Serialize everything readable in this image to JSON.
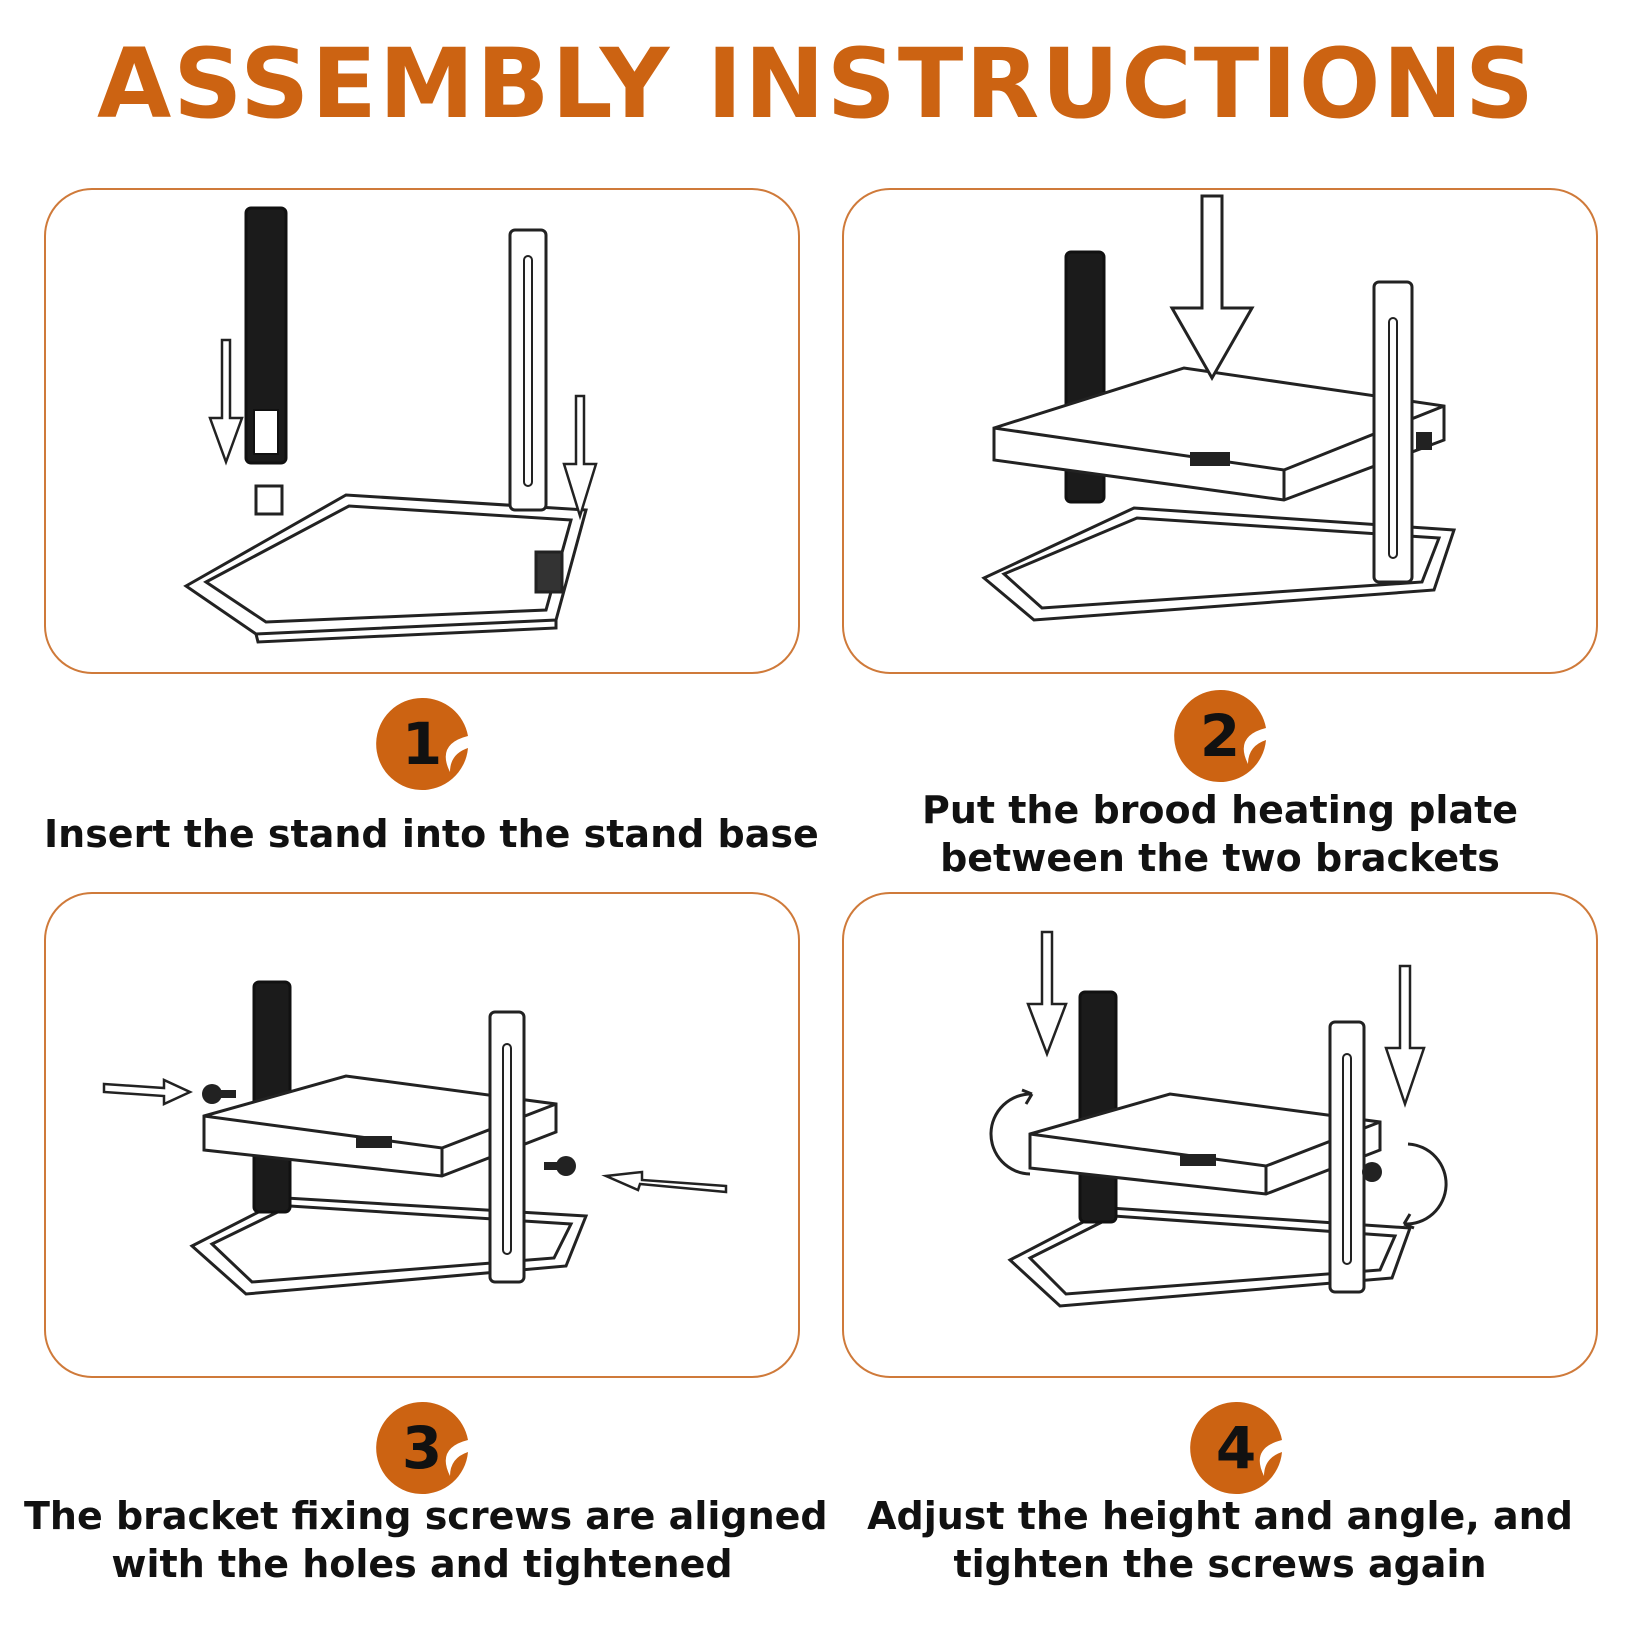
{
  "title": "ASSEMBLY INSTRUCTIONS",
  "accent_color": "#cc6312",
  "border_color": "#cf7a3a",
  "steps": [
    {
      "number": "1",
      "caption": [
        "Insert the stand into the stand base"
      ]
    },
    {
      "number": "2",
      "caption": [
        "Put the brood heating plate",
        "between the two brackets"
      ]
    },
    {
      "number": "3",
      "caption": [
        "The bracket fixing screws are aligned",
        "with the holes and tightened"
      ]
    },
    {
      "number": "4",
      "caption": [
        "Adjust the height and angle, and",
        "tighten the screws again"
      ]
    }
  ]
}
